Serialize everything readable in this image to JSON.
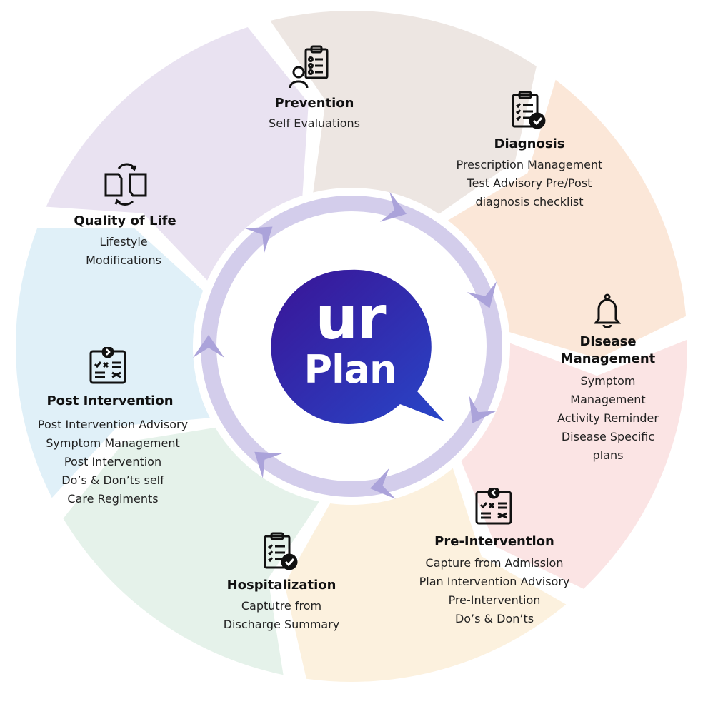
{
  "logo": {
    "line1": "ur",
    "line2": "Plan"
  },
  "segments": [
    {
      "title": "Prevention",
      "lines": [
        "Self Evaluations"
      ],
      "icon": "person-clipboard-icon",
      "color": "#EDE6E2"
    },
    {
      "title": "Diagnosis",
      "lines": [
        "Prescription Management",
        "Test Advisory Pre/Post",
        "diagnosis checklist"
      ],
      "icon": "checklist-clipboard-icon",
      "color": "#FBE7D8"
    },
    {
      "title": "Disease\nManagement",
      "lines": [
        "Symptom",
        "Management",
        "Activity Reminder",
        "Disease Specific",
        "plans"
      ],
      "icon": "bell-icon",
      "color": "#FBE4E4"
    },
    {
      "title": "Pre-Intervention",
      "lines": [
        "Capture from Admission",
        "Plan Intervention Advisory",
        "Pre-Intervention",
        "Do’s & Don’ts"
      ],
      "icon": "prev-checklist-icon",
      "color": "#FCF1DE"
    },
    {
      "title": "Hospitalization",
      "lines": [
        "Captutre from",
        "Discharge Summary"
      ],
      "icon": "checklist-clipboard-icon",
      "color": "#E5F2EA"
    },
    {
      "title": "Post Intervention",
      "lines": [
        "Post Intervention Advisory",
        "Symptom Management",
        "Post Intervention",
        "Do’s & Don’ts self",
        "Care Regiments"
      ],
      "icon": "next-checklist-icon",
      "color": "#E0F0F8"
    },
    {
      "title": "Quality of Life",
      "lines": [
        "Lifestyle",
        "Modifications"
      ],
      "icon": "cycle-devices-icon",
      "color": "#E9E2F1"
    }
  ],
  "colors": {
    "ring": "#D3CDEB",
    "arrow": "#ABA3DA",
    "logo_start": "#3A1496",
    "logo_end": "#2840C8"
  }
}
